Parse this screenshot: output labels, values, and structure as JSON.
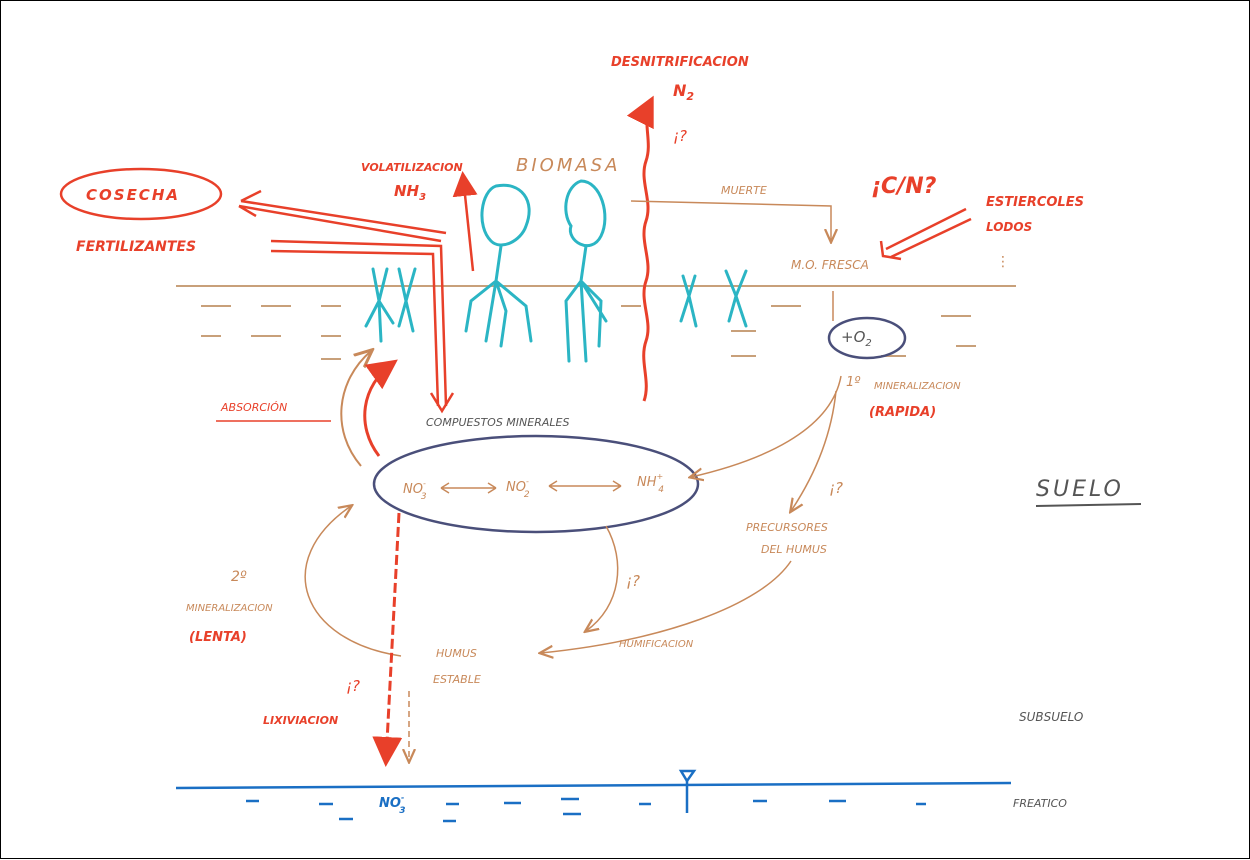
{
  "labels": {
    "desnitrificacion": "DESNITRIFICACION",
    "n2": "N",
    "n2_sub": "2",
    "q1": "¡?",
    "volatilizacion": "VOLATILIZACION",
    "nh3": "NH",
    "nh3_sub": "3",
    "biomasa": "BIOMASA",
    "muerte": "MUERTE",
    "cn": "¡C/N?",
    "estiercoles": "ESTIERCOLES",
    "lodos": "LODOS",
    "cosecha": "COSECHA",
    "fertilizantes": "FERTILIZANTES",
    "mo_fresca": "M.O. FRESCA",
    "o2": "+O",
    "o2_sub": "2",
    "min1_num": "1º",
    "min1": "MINERALIZACION",
    "rapida": "(RAPIDA)",
    "absorcion": "ABSORCIÓN",
    "compuestos": "COMPUESTOS MINERALES",
    "no3": "NO",
    "no3_sub": "3",
    "no3_sup": "-",
    "no2": "NO",
    "no2_sub": "2",
    "no2_sup": "-",
    "nh4": "NH",
    "nh4_sub": "4",
    "nh4_sup": "+",
    "q2": "¡?",
    "suelo": "SUELO",
    "precursores": "PRECURSORES",
    "del_humus": "DEL HUMUS",
    "min2_num": "2º",
    "min2": "MINERALIZACION",
    "lenta": "(LENTA)",
    "q3": "¡?",
    "humificacion": "HUMIFICACION",
    "humus": "HUMUS",
    "estable": "ESTABLE",
    "q4": "¡?",
    "lixiviacion": "LIXIVIACION",
    "subsuelo": "SUBSUELO",
    "no3_water": "NO",
    "no3_water_sub": "3",
    "no3_water_sup": "-",
    "freatico": "FREATICO"
  },
  "colors": {
    "red": "#e8402a",
    "brown": "#c8895a",
    "plant": "#2bb5c4",
    "water": "#1a6fc4",
    "outline": "#4a4f7a"
  }
}
